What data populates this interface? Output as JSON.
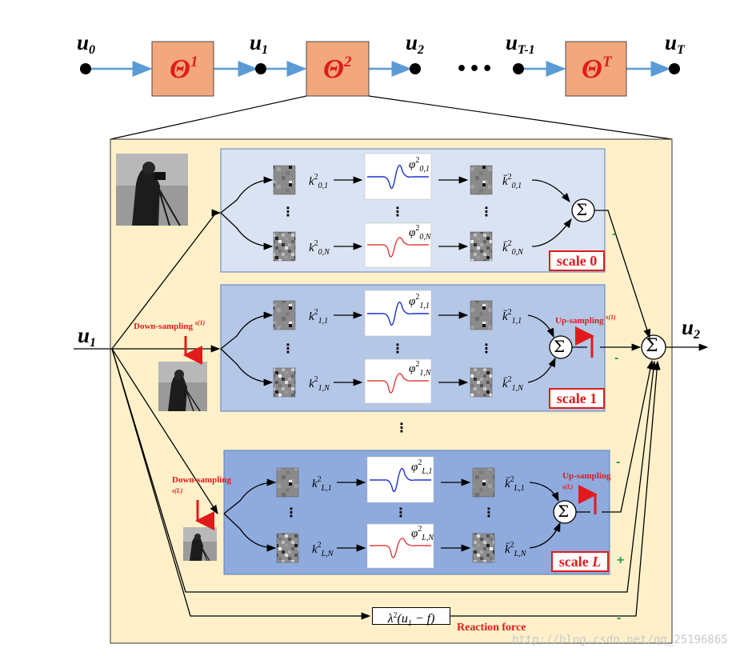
{
  "chain": {
    "nodes": [
      "u0",
      "u1",
      "u2",
      "uT-1",
      "uT"
    ],
    "node_labels": {
      "u0_main": "u",
      "u0_sub": "0",
      "u1_main": "u",
      "u1_sub": "1",
      "u2_main": "u",
      "u2_sub": "2",
      "uTm1_main": "u",
      "uTm1_sub": "T-1",
      "uT_main": "u",
      "uT_sub": "T"
    },
    "ellipsis": "•••",
    "stages": [
      {
        "main": "Θ",
        "sup": "1"
      },
      {
        "main": "Θ",
        "sup": "2"
      },
      {
        "main": "Θ",
        "sup": "T"
      }
    ],
    "stage_color": "#f3a77d",
    "arrow_color": "#5b9bd5"
  },
  "detail": {
    "panel_color": "#fff0c9",
    "input_main": "u",
    "input_sub": "1",
    "output_main": "u",
    "output_sub": "2",
    "scales": [
      {
        "id": "0",
        "color": "#dae3f3",
        "label": "scale 0",
        "sub": "0",
        "k1": "k",
        "k1_sup": "2",
        "k1_sub": "0,1",
        "kN_sub": "0,N",
        "phi1_sub": "0,1",
        "phiN_sub": "0,N"
      },
      {
        "id": "1",
        "color": "#b4c7e7",
        "label": "scale 1",
        "sub": "1",
        "k1_sup": "2",
        "k1_sub": "1,1",
        "kN_sub": "1,N",
        "phi1_sub": "1,1",
        "phiN_sub": "1,N",
        "down_label": "Down-sampling ",
        "down_sup": "s(1)",
        "up_label": "Up-sampling ",
        "up_sup": "s(1)"
      },
      {
        "id": "L",
        "color": "#8faadc",
        "label_main": "scale ",
        "label_italic": "L",
        "sub": "L",
        "k1_sup": "2",
        "k1_sub": "L,1",
        "kN_sub": "L,N",
        "phi1_sub": "L,1",
        "phiN_sub": "L,N",
        "down_label": "Down-sampling",
        "down_sup": "s(L)",
        "up_label": "Up-sampling",
        "up_sup": "s(L)"
      }
    ],
    "k_symbol": "k",
    "kbar_symbol": "k̄",
    "phi_symbol": "φ",
    "sum_symbol": "Σ",
    "signs": {
      "scale0": "-",
      "scale1": "-",
      "scaleL": "-",
      "identity": "+",
      "reaction": "-"
    },
    "reaction_lambda": "λ",
    "reaction_sup": "2",
    "reaction_rest": "(u",
    "reaction_sub": "1",
    "reaction_tail": " − f)",
    "reaction_label": "Reaction force",
    "vdots": "⋮",
    "watermark": "http://blog.csdn.net/qq_25196865"
  }
}
